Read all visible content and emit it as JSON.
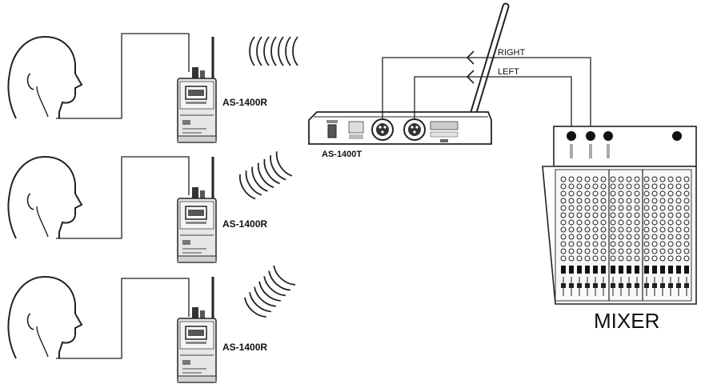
{
  "receivers": [
    {
      "model": "AS-1400R"
    },
    {
      "model": "AS-1400R"
    },
    {
      "model": "AS-1400R"
    }
  ],
  "transmitter": {
    "model": "AS-1400T"
  },
  "signals": {
    "right": "RIGHT",
    "left": "LEFT"
  },
  "mixer": {
    "label": "MIXER"
  }
}
